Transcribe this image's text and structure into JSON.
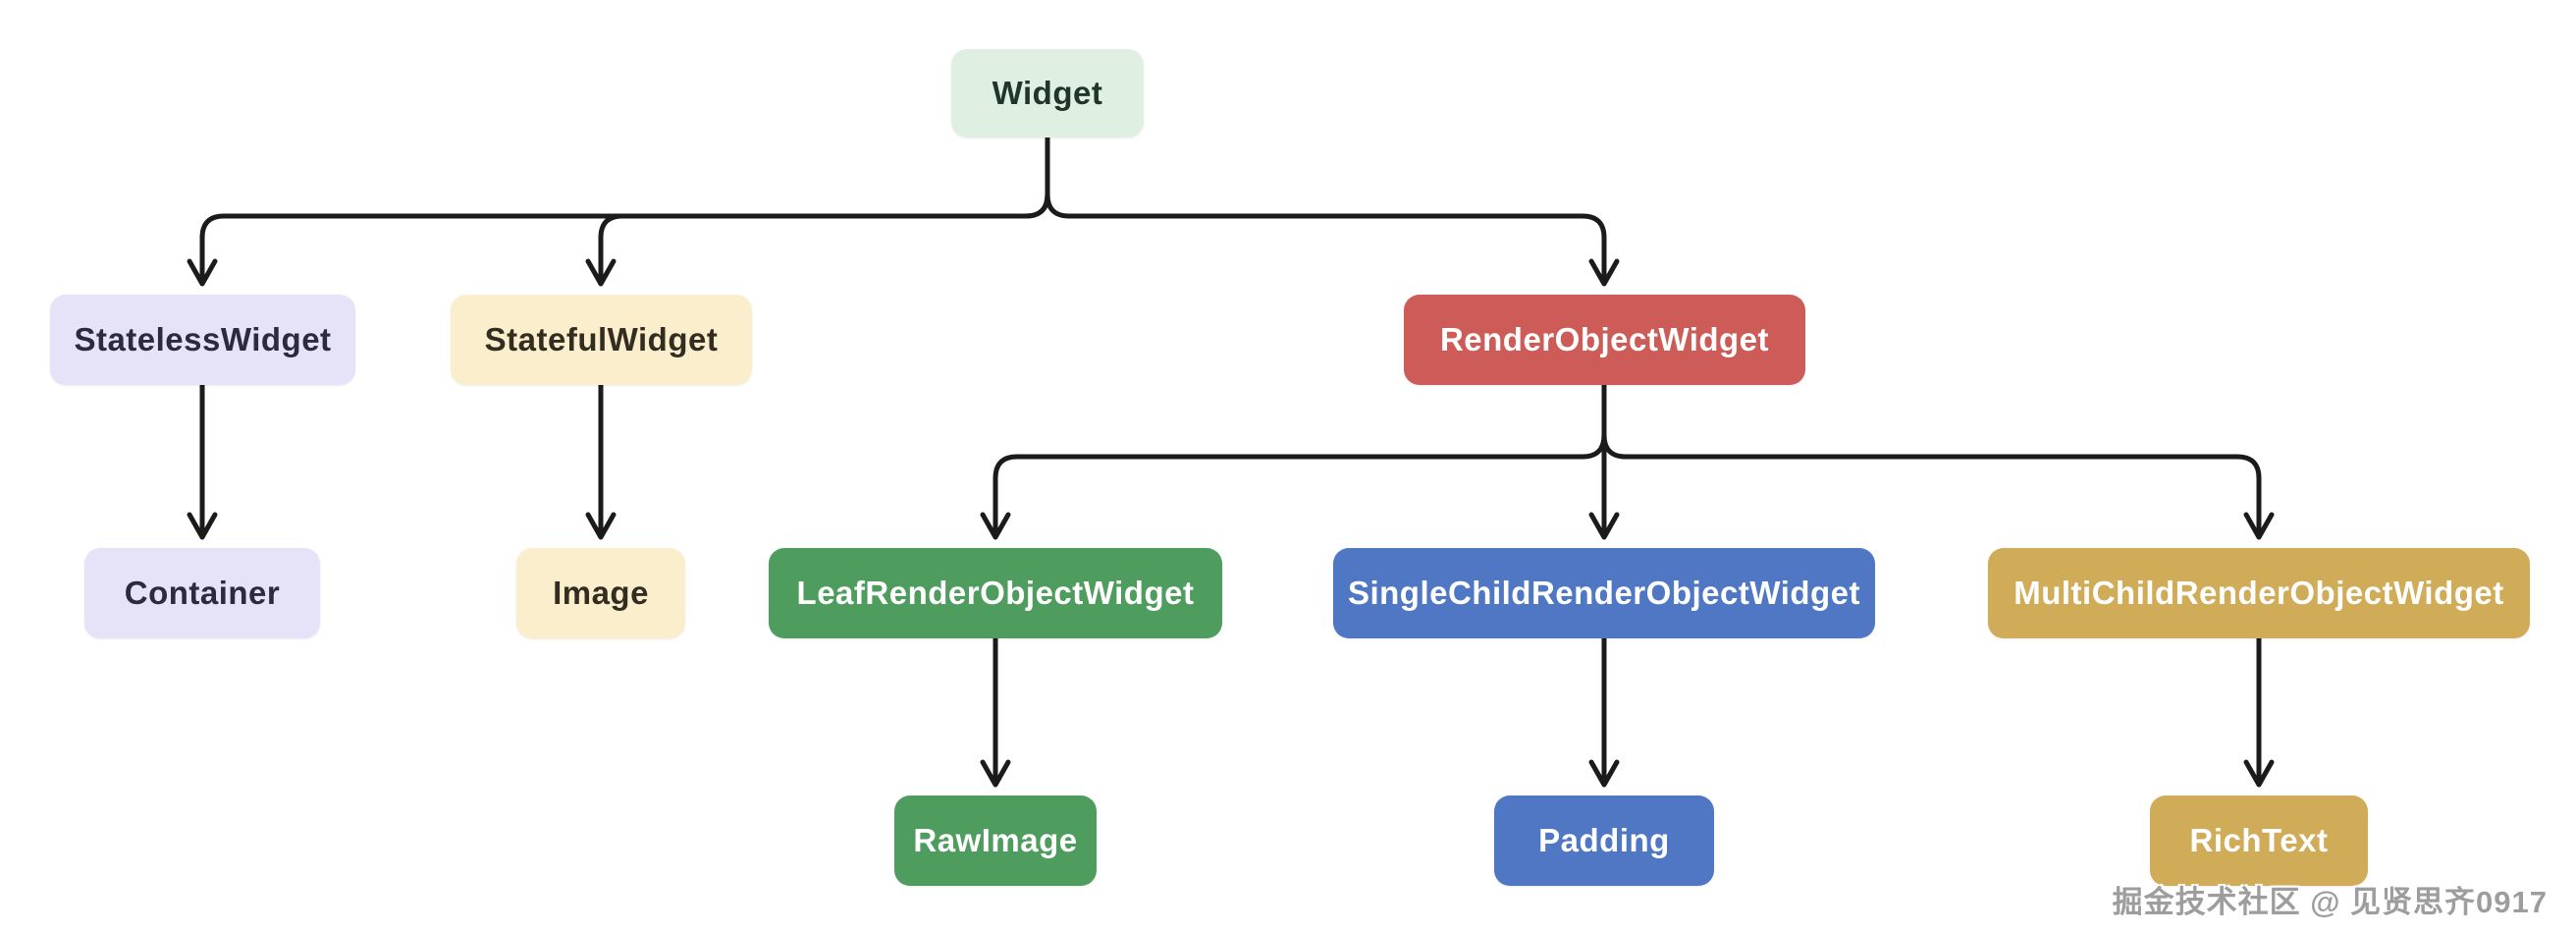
{
  "diagram": {
    "type": "flowchart-tree",
    "nodes": [
      {
        "id": "widget",
        "label": "Widget",
        "variant": "mint"
      },
      {
        "id": "statelessWidget",
        "label": "StatelessWidget",
        "variant": "lavender"
      },
      {
        "id": "statefulWidget",
        "label": "StatefulWidget",
        "variant": "cream"
      },
      {
        "id": "renderObjectWidget",
        "label": "RenderObjectWidget",
        "variant": "red"
      },
      {
        "id": "container",
        "label": "Container",
        "variant": "lavender"
      },
      {
        "id": "image",
        "label": "Image",
        "variant": "cream"
      },
      {
        "id": "leafRenderObjectWidget",
        "label": "LeafRenderObjectWidget",
        "variant": "green"
      },
      {
        "id": "singleChildRenderObjectWidget",
        "label": "SingleChildRenderObjectWidget",
        "variant": "blue"
      },
      {
        "id": "multiChildRenderObjectWidget",
        "label": "MultiChildRenderObjectWidget",
        "variant": "gold"
      },
      {
        "id": "rawImage",
        "label": "RawImage",
        "variant": "green"
      },
      {
        "id": "padding",
        "label": "Padding",
        "variant": "blue"
      },
      {
        "id": "richText",
        "label": "RichText",
        "variant": "gold"
      }
    ],
    "edges": [
      {
        "from": "widget",
        "to": "statelessWidget"
      },
      {
        "from": "widget",
        "to": "statefulWidget"
      },
      {
        "from": "widget",
        "to": "renderObjectWidget"
      },
      {
        "from": "statelessWidget",
        "to": "container"
      },
      {
        "from": "statefulWidget",
        "to": "image"
      },
      {
        "from": "renderObjectWidget",
        "to": "leafRenderObjectWidget"
      },
      {
        "from": "renderObjectWidget",
        "to": "singleChildRenderObjectWidget"
      },
      {
        "from": "renderObjectWidget",
        "to": "multiChildRenderObjectWidget"
      },
      {
        "from": "leafRenderObjectWidget",
        "to": "rawImage"
      },
      {
        "from": "singleChildRenderObjectWidget",
        "to": "padding"
      },
      {
        "from": "multiChildRenderObjectWidget",
        "to": "richText"
      }
    ],
    "colors": {
      "mint_bg": "#dff0e3",
      "lavender_bg": "#e6e2f8",
      "cream_bg": "#fbeecd",
      "red_bg": "#cd5b57",
      "green_bg": "#4f9c5f",
      "blue_bg": "#4f77c4",
      "gold_bg": "#d0ab58",
      "edge_stroke": "#1b1b1b",
      "dark_text": "#213529",
      "light_text": "#ffffff"
    }
  },
  "watermark": {
    "text": "掘金技术社区 @ 见贤思齐0917"
  }
}
